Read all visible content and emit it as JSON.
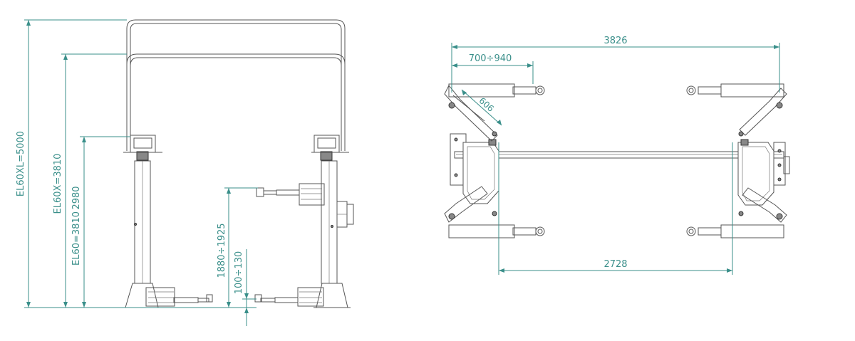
{
  "front_view": {
    "dims": {
      "el60xl": "EL60XL=5000",
      "el60x": "EL60X=3810",
      "el60": "EL60=3810",
      "h2980": "2980",
      "arm_range": "1880÷1925",
      "pad_range": "100÷130"
    }
  },
  "top_view": {
    "dims": {
      "overall_width": "3826",
      "arm_reach": "700÷940",
      "arm_short": "606",
      "inner_width": "2728"
    }
  },
  "colors": {
    "dimension": "#3a8f8a",
    "drawing": "#555555"
  }
}
